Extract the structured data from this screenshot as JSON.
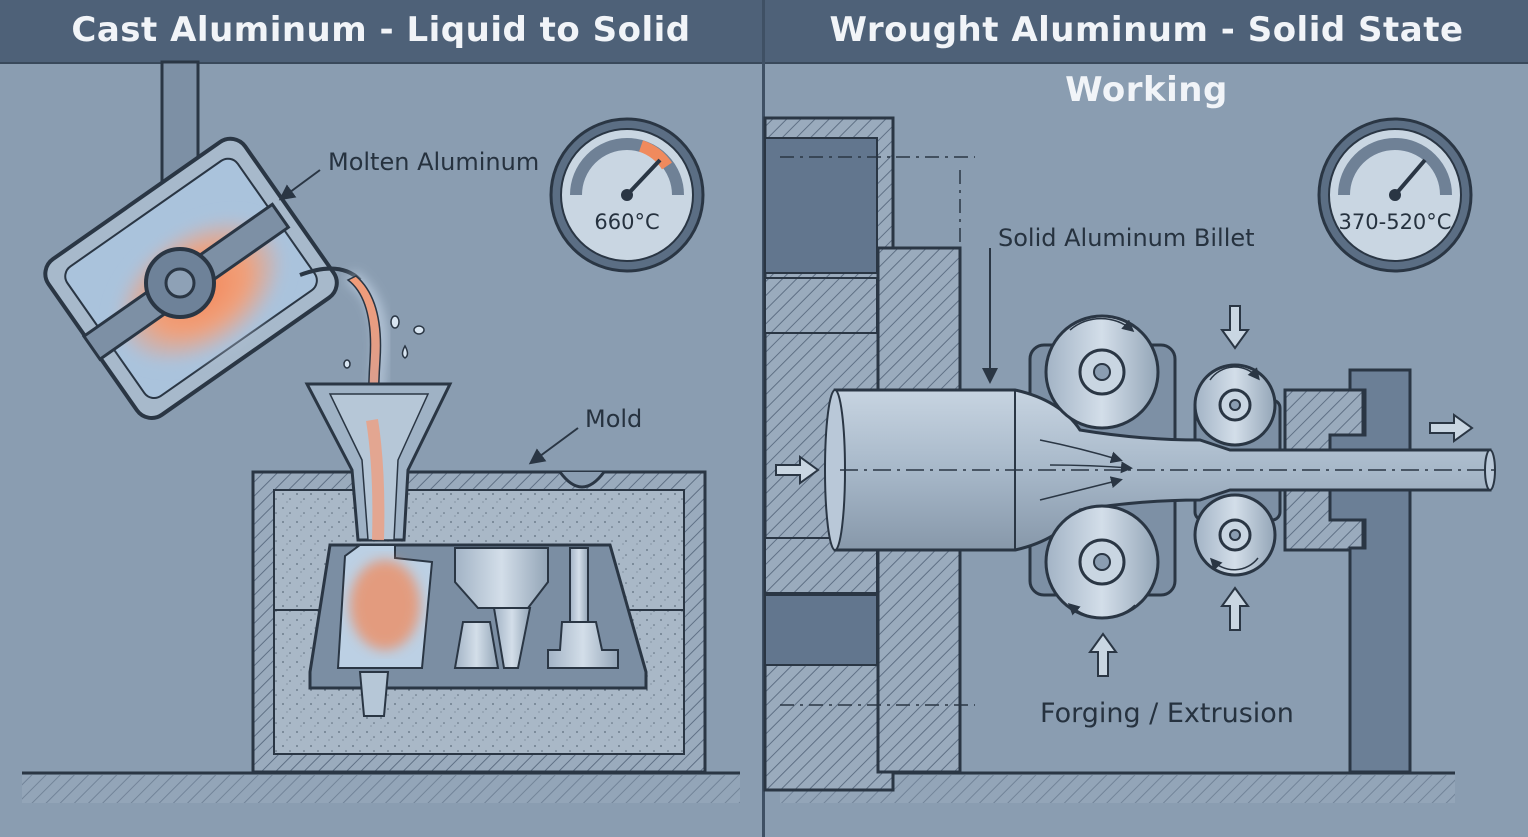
{
  "left_panel": {
    "title": "Cast Aluminum - Liquid to Solid",
    "labels": {
      "molten": "Molten Aluminum",
      "mold": "Mold"
    },
    "gauge": {
      "reading": "660°C"
    }
  },
  "right_panel": {
    "title": "Wrought Aluminum - Solid State Working",
    "labels": {
      "billet": "Solid Aluminum Billet",
      "process": "Forging / Extrusion"
    },
    "gauge": {
      "reading": "370-520°C"
    }
  },
  "colors": {
    "background": "#8a9db1",
    "header": "#4e6178",
    "molten": "#f08a5d",
    "glow": "#cfe6ff",
    "outline": "#2a3644"
  },
  "icons": [
    "thermometer-gauge-icon",
    "arrow-icon",
    "roller-icon"
  ]
}
